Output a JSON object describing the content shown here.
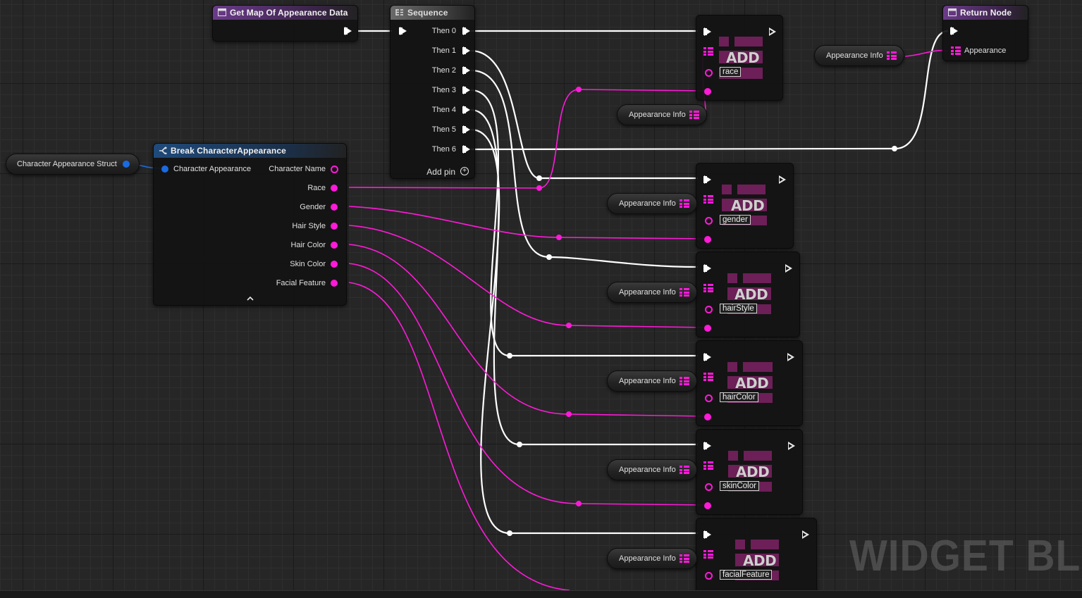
{
  "graph": {
    "watermark": "WIDGET BLUE"
  },
  "nodes": {
    "get_map": {
      "title": "Get Map Of Appearance Data",
      "header_color": "#6b3b8a"
    },
    "sequence": {
      "title": "Sequence",
      "outputs": [
        "Then 0",
        "Then 1",
        "Then 2",
        "Then 3",
        "Then 4",
        "Then 5",
        "Then 6"
      ],
      "add_pin": "Add pin"
    },
    "break": {
      "title": "Break CharacterAppearance",
      "input": "Character Appearance",
      "outputs": [
        "Character Name",
        "Race",
        "Gender",
        "Hair Style",
        "Hair Color",
        "Skin Color",
        "Facial Feature"
      ]
    },
    "struct_var": {
      "label": "Character Appearance Struct"
    },
    "return": {
      "title": "Return Node",
      "input": "Appearance"
    },
    "return_var": {
      "label": "Appearance Info"
    },
    "add_nodes": [
      {
        "title": "ADD",
        "key": "race",
        "var_label": "Appearance Info"
      },
      {
        "title": "ADD",
        "key": "gender",
        "var_label": "Appearance Info"
      },
      {
        "title": "ADD",
        "key": "hairStyle",
        "var_label": "Appearance Info"
      },
      {
        "title": "ADD",
        "key": "hairColor",
        "var_label": "Appearance Info"
      },
      {
        "title": "ADD",
        "key": "skinColor",
        "var_label": "Appearance Info"
      },
      {
        "title": "ADD",
        "key": "facialFeature",
        "var_label": "Appearance Info"
      }
    ]
  },
  "colors": {
    "exec_wire": "#ffffff",
    "string_wire": "#ff1ad9",
    "struct_pin": "#1a6be0"
  }
}
